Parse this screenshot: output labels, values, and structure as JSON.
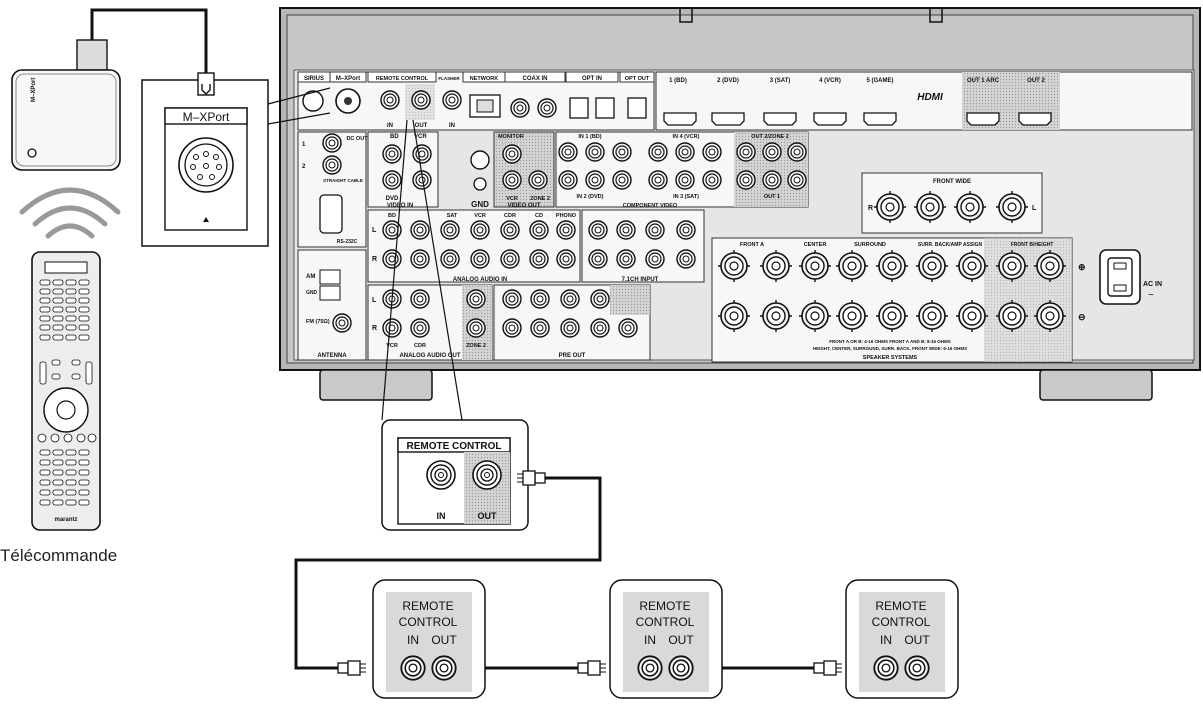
{
  "caption": "Télécommande",
  "remote_brand": "marantz",
  "mxport_module_label": "M–XPort",
  "mxport_label": "M–XPort",
  "receiver": {
    "panel_labels": {
      "sirius": "SIRIUS",
      "mxport": "M–XPort",
      "remote_control": "REMOTE CONTROL",
      "flasher": "FLASHER",
      "network": "NETWORK",
      "coax_in": "COAX IN",
      "opt_in": "OPT IN",
      "opt_out": "OPT OUT",
      "in": "IN",
      "out": "OUT",
      "dc_out": "DC OUT",
      "straight_cable": "STRAIGHT CABLE",
      "rs232c": "RS-232C",
      "antenna": "ANTENNA",
      "am": "AM",
      "gnd": "GND",
      "fm": "FM (75Ω)",
      "video_in": "VIDEO IN",
      "video_out": "VIDEO OUT",
      "monitor": "MONITOR",
      "vcr": "VCR",
      "zone2": "ZONE 2",
      "component_video": "COMPONENT VIDEO",
      "in1_bd": "IN 1 (BD)",
      "in2_dvd": "IN 2 (DVD)",
      "in3_sat": "IN 3 (SAT)",
      "in4_vcr": "IN 4 (VCR)",
      "out2_zone2": "OUT 2/ZONE 2",
      "out1": "OUT 1",
      "analog_audio_in": "ANALOG AUDIO IN",
      "analog_audio_out": "ANALOG AUDIO OUT",
      "ch71_input": "7.1CH INPUT",
      "pre_out": "PRE OUT",
      "front_wide": "FRONT WIDE",
      "front_a": "FRONT A",
      "center": "CENTER",
      "surround": "SURROUND",
      "surr_back": "SURR. BACK/AMP ASSIGN",
      "front_b_height": "FRONT B/HEIGHT",
      "speaker_systems": "SPEAKER SYSTEMS",
      "speaker_note_1": "FRONT A OR B: 4-16 OHMS   FRONT A AND B: 8-16 OHMS",
      "speaker_note_2": "HEIGHT, CENTER, SURROUND, SURR. BACK, FRONT WIDE: 6-16 OHMS",
      "ac_in": "AC IN",
      "hdmi": "HDMI",
      "bd": "BD",
      "dvd": "DVD",
      "sat": "SAT",
      "cdr": "CDR",
      "cd": "CD",
      "phono": "PHONO"
    },
    "hdmi_inputs": [
      "1 (BD)",
      "2 (DVD)",
      "3 (SAT)",
      "4 (VCR)",
      "5 (GAME)"
    ],
    "hdmi_outputs": [
      "OUT 1 ARC",
      "OUT 2"
    ]
  },
  "zoom": {
    "title": "REMOTE CONTROL",
    "in_label": "IN",
    "out_label": "OUT"
  },
  "devices": [
    {
      "line1": "REMOTE",
      "line2": "CONTROL",
      "in_label": "IN",
      "out_label": "OUT"
    },
    {
      "line1": "REMOTE",
      "line2": "CONTROL",
      "in_label": "IN",
      "out_label": "OUT"
    },
    {
      "line1": "REMOTE",
      "line2": "CONTROL",
      "in_label": "IN",
      "out_label": "OUT"
    }
  ]
}
